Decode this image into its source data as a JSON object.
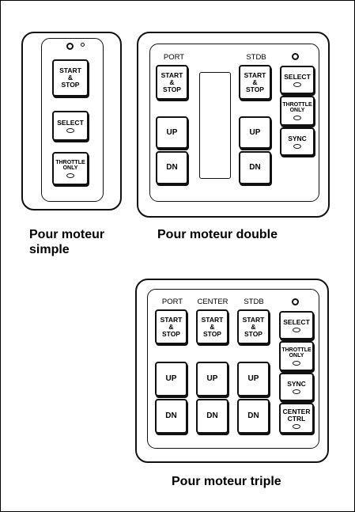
{
  "panels": {
    "single": {
      "buttons": {
        "start_stop": "START\n&\nSTOP",
        "select": "SELECT",
        "throttle_only": "THROTTLE\nONLY"
      },
      "caption_line1": "Pour moteur",
      "caption_line2": "simple"
    },
    "double": {
      "labels": {
        "port": "PORT",
        "stdb": "STDB"
      },
      "buttons": {
        "port_start_stop": "START\n&\nSTOP",
        "stdb_start_stop": "START\n&\nSTOP",
        "port_up": "UP",
        "port_dn": "DN",
        "stdb_up": "UP",
        "stdb_dn": "DN",
        "select": "SELECT",
        "throttle_only": "THROTTLE\nONLY",
        "sync": "SYNC"
      },
      "caption": "Pour moteur double"
    },
    "triple": {
      "labels": {
        "port": "PORT",
        "center": "CENTER",
        "stdb": "STDB"
      },
      "buttons": {
        "port_start_stop": "START\n&\nSTOP",
        "center_start_stop": "START\n&\nSTOP",
        "stdb_start_stop": "START\n&\nSTOP",
        "port_up": "UP",
        "center_up": "UP",
        "stdb_up": "UP",
        "port_dn": "DN",
        "center_dn": "DN",
        "stdb_dn": "DN",
        "select": "SELECT",
        "throttle_only": "THROTTLE\nONLY",
        "sync": "SYNC",
        "center_ctrl": "CENTER\nCTRL"
      },
      "caption": "Pour moteur triple"
    }
  }
}
